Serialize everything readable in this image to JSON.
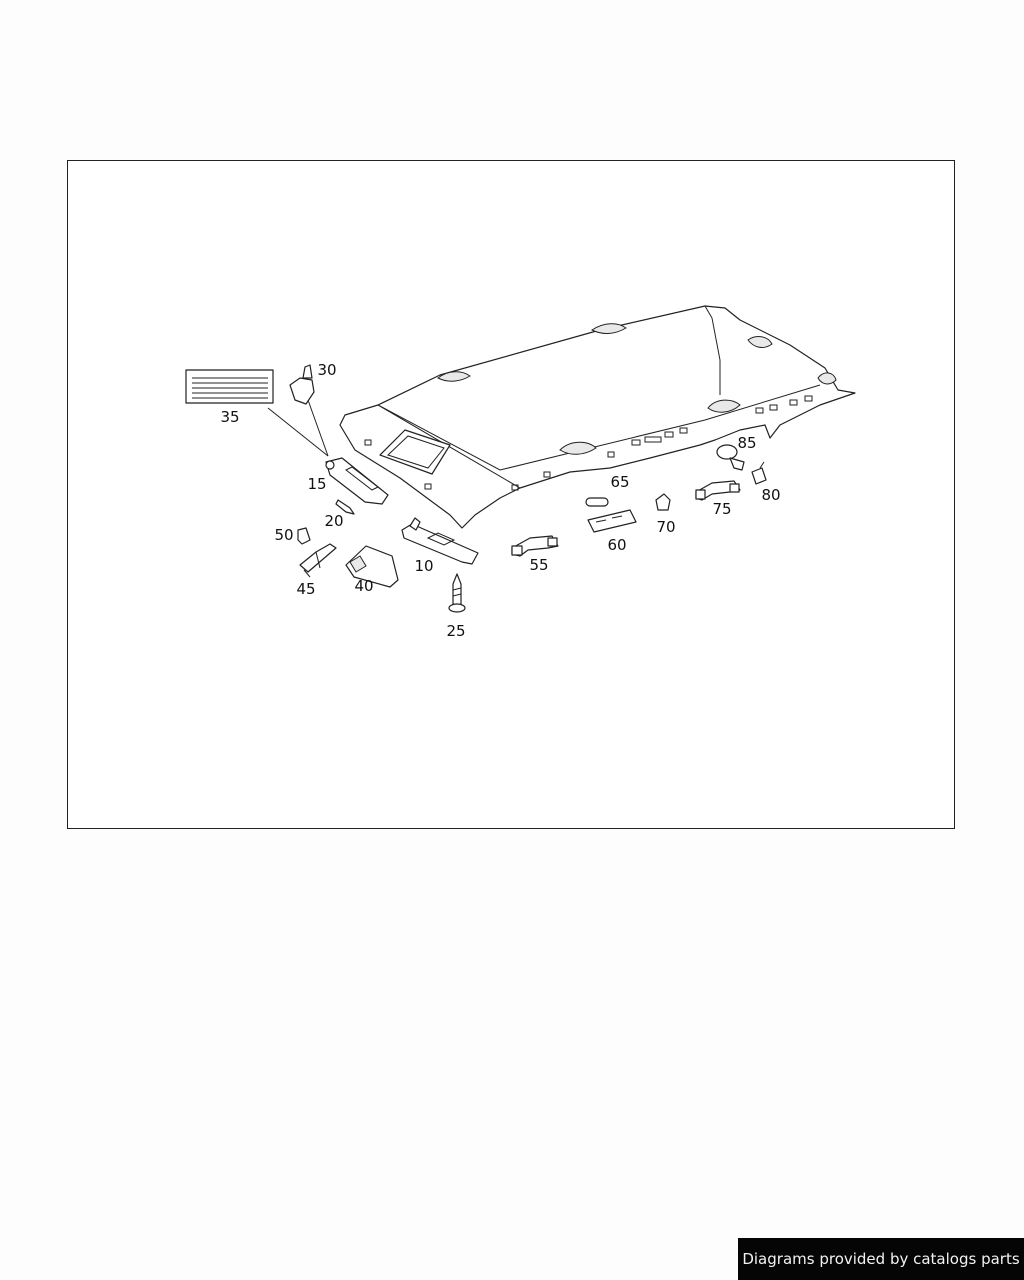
{
  "diagram": {
    "labels": {
      "p10": "10",
      "p15": "15",
      "p20": "20",
      "p25": "25",
      "p30": "30",
      "p35": "35",
      "p40": "40",
      "p45": "45",
      "p50": "50",
      "p55": "55",
      "p60": "60",
      "p65": "65",
      "p70": "70",
      "p75": "75",
      "p80": "80",
      "p85": "85"
    }
  },
  "footer": {
    "credit": "Diagrams provided by catalogs parts"
  }
}
